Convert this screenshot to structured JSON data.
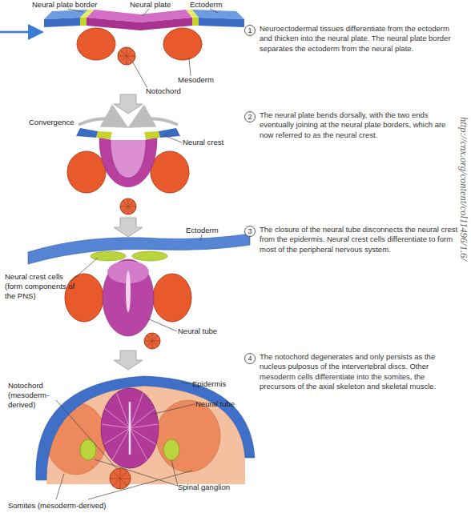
{
  "diagram": {
    "nodes": [
      {
        "text": [
          "1"
        ]
      },
      {
        "text": [
          "2"
        ]
      },
      {
        "text": [
          "3"
        ]
      },
      {
        "text": [
          "4"
        ]
      }
    ],
    "labels": [
      "Neural plate border",
      "Neural plate",
      "Ectoderm",
      "Mesoderm",
      "Notochord",
      "Neuroectodermal tissues differentiate from the ectoderm and thicken into the neural plate. The neural plate border separates the ectoderm from the neural plate.",
      "Convergence",
      "Neural crest",
      "The neural plate bends dorsally, with the two ends eventually joining at the neural plate borders, which are now referred to as the neural crest.",
      "Neural crest cells (form components of the PNS)",
      "Ectoderm",
      "Neural tube",
      "The closure of the neural tube disconnects the neural crest from the epidermis. Neural crest cells differentiate to form most of the peripheral nervous system.",
      "Notochord (mesoderm-derived)",
      "Epidermis",
      "Neural tube",
      "Spinal ganglion",
      "Somites (mesoderm-derived)",
      "The notochord degenerates and only persists as the nucleus pulposus of the intervertebral discs. Other mesoderm cells differentiate into the somites, the precursors of the axial skeleton and skeletal muscle.",
      "http://cnx.org/content/col11496/1.6/"
    ]
  }
}
